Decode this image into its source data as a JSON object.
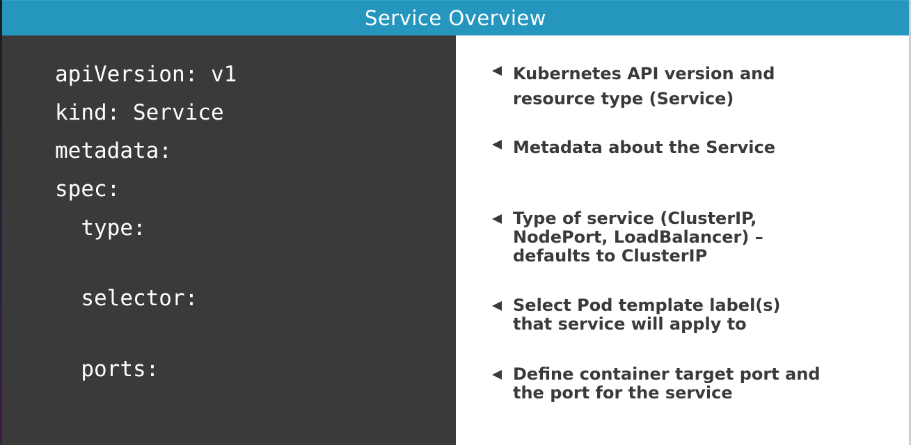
{
  "title": "Service Overview",
  "code_lines": [
    "apiVersion: v1",
    "kind: Service",
    "metadata:",
    "spec:",
    "  type:",
    "  selector:",
    "  ports:"
  ],
  "notes": [
    "Kubernetes API version and\nresource type (Service)",
    "Metadata about the Service",
    "Type of service (ClusterIP,\nNodePort, LoadBalancer) –\ndefaults to ClusterIP",
    "Select Pod template label(s)\nthat service will apply to",
    "Define container target port and\nthe port for the service"
  ],
  "colors": {
    "title_bar": "#2596be",
    "code_background": "#3a3a3a",
    "notes_background": "#ffffff",
    "note_text": "#3a3a3a"
  },
  "icons": {
    "note_bullet": "left-pointing-triangle-icon"
  }
}
